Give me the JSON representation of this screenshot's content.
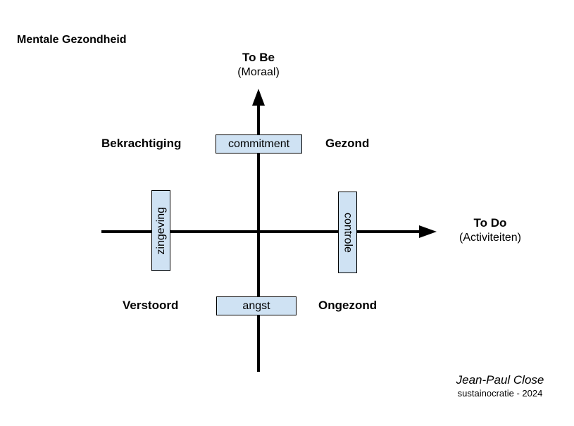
{
  "title": "Mentale Gezondheid",
  "axes": {
    "vertical": {
      "label": "To Be",
      "sublabel": "(Moraal)"
    },
    "horizontal": {
      "label": "To Do",
      "sublabel": "(Activiteiten)"
    }
  },
  "quadrants": {
    "top_left": "Bekrachtiging",
    "top_right": "Gezond",
    "bottom_left": "Verstoord",
    "bottom_right": "Ongezond"
  },
  "boxes": {
    "top": "commitment",
    "bottom": "angst",
    "left": "zingeving",
    "right": "controle"
  },
  "colors": {
    "box_fill": "#cfe2f3",
    "line": "#000000"
  },
  "credit": {
    "author": "Jean-Paul Close",
    "org_year": "sustainocratie - 2024"
  }
}
